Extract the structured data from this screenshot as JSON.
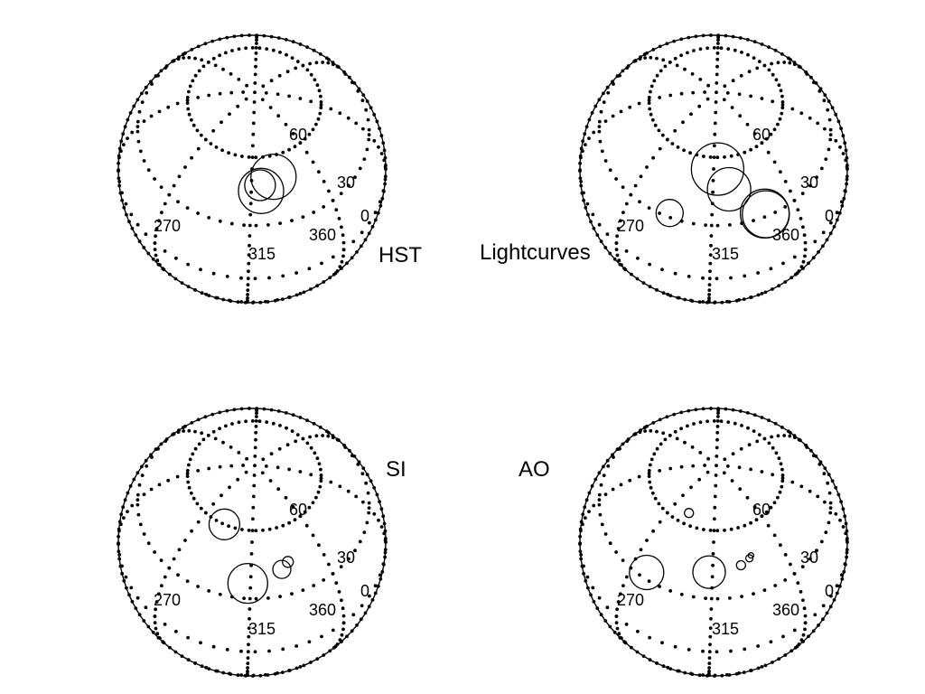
{
  "panels": [
    {
      "id": "hst",
      "title": "HST",
      "tick_labels": {
        "lat_60": "60",
        "lat_30": "30",
        "lat_0": "0",
        "lon_270": "270",
        "lon_315": "315",
        "lon_360": "360"
      },
      "spots": [
        {
          "lon": 320.5,
          "lat": 48.0,
          "r": 17
        },
        {
          "lon": 321.0,
          "lat": 45.5,
          "r": 25
        },
        {
          "lon": 330.0,
          "lat": 51.0,
          "r": 25
        }
      ]
    },
    {
      "id": "lightcurves",
      "title": "Lightcurves",
      "tick_labels": {
        "lat_60": "60",
        "lat_30": "30",
        "lat_0": "0",
        "lon_270": "270",
        "lon_315": "315",
        "lon_360": "360"
      },
      "spots": [
        {
          "lon": 318.0,
          "lat": 55.0,
          "r": 29
        },
        {
          "lon": 325.0,
          "lat": 46.0,
          "r": 24
        },
        {
          "lon": 343.0,
          "lat": 31.0,
          "r": 26
        },
        {
          "lon": 342.5,
          "lat": 31.5,
          "r": 27
        },
        {
          "lon": 293.0,
          "lat": 32.0,
          "r": 15
        }
      ]
    },
    {
      "id": "si",
      "title": "SI",
      "tick_labels": {
        "lat_60": "60",
        "lat_30": "30",
        "lat_0": "0",
        "lon_270": "270",
        "lon_315": "315",
        "lon_360": "360"
      },
      "spots": [
        {
          "lon": 290.0,
          "lat": 60.0,
          "r": 17
        },
        {
          "lon": 313.5,
          "lat": 37.0,
          "r": 22
        },
        {
          "lon": 333.0,
          "lat": 42.0,
          "r": 10
        },
        {
          "lon": 337.5,
          "lat": 44.5,
          "r": 6
        }
      ]
    },
    {
      "id": "ao",
      "title": "AO",
      "tick_labels": {
        "lat_60": "60",
        "lat_30": "30",
        "lat_0": "0",
        "lon_270": "270",
        "lon_315": "315",
        "lon_360": "360"
      },
      "spots": [
        {
          "lon": 288.0,
          "lat": 65.0,
          "r": 5
        },
        {
          "lon": 313.0,
          "lat": 42.0,
          "r": 18
        },
        {
          "lon": 332.0,
          "lat": 44.0,
          "r": 5
        },
        {
          "lon": 338.0,
          "lat": 46.0,
          "r": 4
        },
        {
          "lon": 339.5,
          "lat": 47.0,
          "r": 3
        },
        {
          "lon": 279.0,
          "lat": 33.0,
          "r": 19
        }
      ]
    }
  ]
}
